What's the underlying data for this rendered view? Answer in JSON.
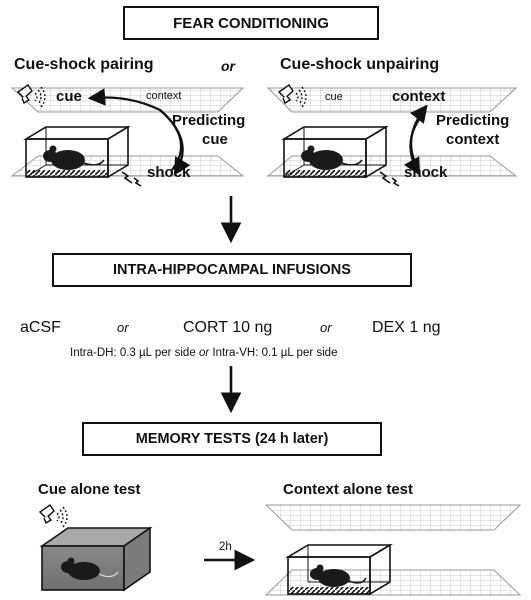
{
  "title": "FEAR CONDITIONING",
  "pairing": {
    "heading": "Cue-shock pairing",
    "or": "or",
    "cue": "cue",
    "context": "context",
    "predicting": [
      "Predicting",
      "cue"
    ],
    "shock": "shock"
  },
  "unpairing": {
    "heading": "Cue-shock unpairing",
    "cue": "cue",
    "context": "context",
    "predicting": [
      "Predicting",
      "context"
    ],
    "shock": "shock"
  },
  "infusions": {
    "title": "INTRA-HIPPOCAMPAL INFUSIONS",
    "option1": "aCSF",
    "or1": "or",
    "option2": "CORT 10 ng",
    "or2": "or",
    "option3": "DEX 1 ng",
    "detail_a": "Intra-DH: 0.3 µL per side",
    "detail_or": "or",
    "detail_b": "Intra-VH: 0.1 µL per side"
  },
  "memory": {
    "title": "MEMORY TESTS (24 h later)",
    "cue_test": "Cue alone test",
    "context_test": "Context alone test",
    "interval": "2h"
  },
  "icons": [
    "speaker-icon",
    "mouse-icon",
    "shock-icon",
    "arrow-down-icon",
    "arrow-right-icon"
  ]
}
